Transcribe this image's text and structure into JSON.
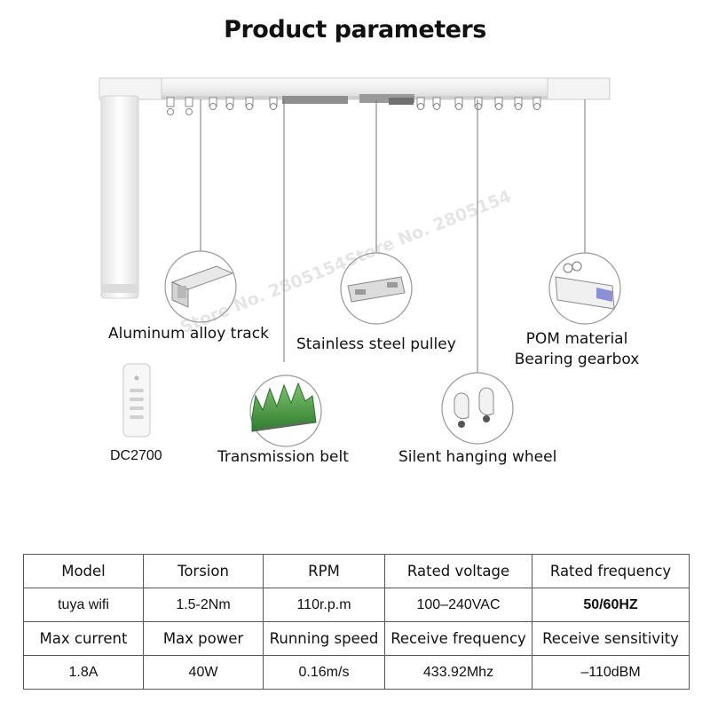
{
  "title": "Product parameters",
  "watermark": "Store No. 2805154Store No. 2805154",
  "labels": {
    "aluminum_track": "Aluminum alloy track",
    "steel_pulley": "Stainless steel pulley",
    "pom_line1": "POM material",
    "pom_line2": "Bearing gearbox",
    "remote": "DC2700",
    "belt": "Transmission belt",
    "wheel": "Silent hanging wheel"
  },
  "table": {
    "row1": [
      "Model",
      "Torsion",
      "RPM",
      "Rated voltage",
      "Rated frequency"
    ],
    "row2": [
      "tuya wifi",
      "1.5-2Nm",
      "110r.p.m",
      "100–240VAC",
      "50/60HZ"
    ],
    "row3": [
      "Max current",
      "Max power",
      "Running speed",
      "Receive frequency",
      "Receive sensitivity"
    ],
    "row4": [
      "1.8A",
      "40W",
      "0.16m/s",
      "433.92Mhz",
      "–110dBM"
    ]
  }
}
